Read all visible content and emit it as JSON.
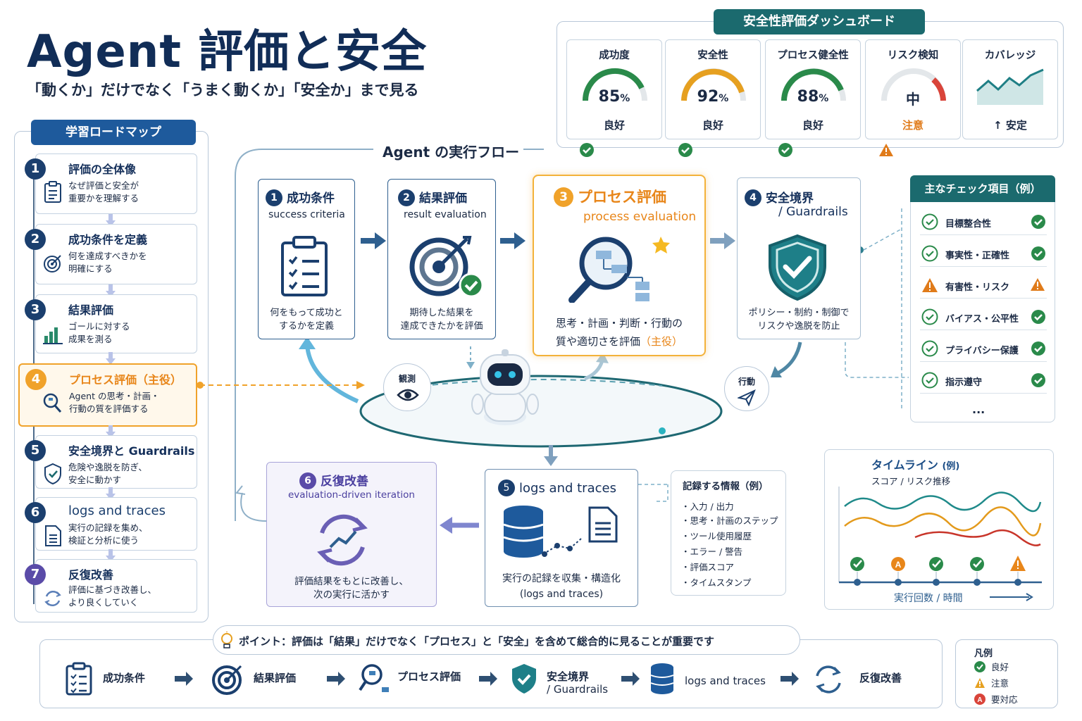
{
  "header": {
    "title": "Agent 評価と安全",
    "subtitle": "「動くか」だけでなく「うまく動くか」「安全か」まで見る"
  },
  "roadmap": {
    "title": "学習ロードマップ",
    "steps": [
      {
        "num": "1",
        "title": "評価の全体像",
        "desc1": "なぜ評価と安全が",
        "desc2": "重要かを理解する",
        "icon": "clipboard-icon"
      },
      {
        "num": "2",
        "title": "成功条件を定義",
        "desc1": "何を達成すべきかを",
        "desc2": "明確にする",
        "icon": "target-icon"
      },
      {
        "num": "3",
        "title": "結果評価",
        "desc1": "ゴールに対する",
        "desc2": "成果を測る",
        "icon": "bar-chart-icon"
      },
      {
        "num": "4",
        "title": "プロセス評価（主役）",
        "desc1": "Agent の思考・計画・",
        "desc2": "行動の質を評価する",
        "icon": "magnifier-icon"
      },
      {
        "num": "5",
        "title": "安全境界と Guardrails",
        "desc1": "危険や逸脱を防ぎ、",
        "desc2": "安全に動かす",
        "icon": "shield-icon"
      },
      {
        "num": "6",
        "title": "logs and traces",
        "desc1": "実行の記録を集め、",
        "desc2": "検証と分析に使う",
        "icon": "document-icon"
      },
      {
        "num": "7",
        "title": "反復改善",
        "desc1": "評価に基づき改善し、",
        "desc2": "より良くしていく",
        "icon": "cycle-icon"
      }
    ]
  },
  "dashboard": {
    "title": "安全性評価ダッシュボード",
    "cards": [
      {
        "title": "成功度",
        "value": "85",
        "unit": "%",
        "status": "良好",
        "status_type": "ok",
        "color": "#2a8a4a"
      },
      {
        "title": "安全性",
        "value": "92",
        "unit": "%",
        "status": "良好",
        "status_type": "ok",
        "color": "#e6a020"
      },
      {
        "title": "プロセス健全性",
        "value": "88",
        "unit": "%",
        "status": "良好",
        "status_type": "ok",
        "color": "#2a8a4a"
      },
      {
        "title": "リスク検知",
        "value": "中",
        "unit": "",
        "status": "注意",
        "status_type": "warn",
        "color": "#d9443a"
      },
      {
        "title": "カバレッジ",
        "value": "",
        "unit": "",
        "status": "↑ 安定",
        "status_type": "trend",
        "color": "#1f7f85"
      }
    ]
  },
  "flow": {
    "title": "Agent の実行フロー",
    "boxes": [
      {
        "num": "1",
        "title": "成功条件",
        "sub": "success criteria",
        "desc1": "何をもって成功と",
        "desc2": "するかを定義"
      },
      {
        "num": "2",
        "title": "結果評価",
        "sub": "result evaluation",
        "desc1": "期待した結果を",
        "desc2": "達成できたかを評価"
      },
      {
        "num": "3",
        "title": "プロセス評価",
        "sub": "process evaluation",
        "desc1": "思考・計画・判断・行動の",
        "desc2": "質や適切さを評価",
        "desc2_accent": "（主役）"
      },
      {
        "num": "4",
        "title": "安全境界",
        "title2": "/ Guardrails",
        "desc1": "ポリシー・制約・制御で",
        "desc2": "リスクや逸脱を防止"
      },
      {
        "num": "5",
        "title": "logs and traces",
        "desc1": "実行の記録を収集・構造化",
        "desc2": "(logs and traces)"
      },
      {
        "num": "6",
        "title": "反復改善",
        "sub": "evaluation-driven iteration",
        "desc1": "評価結果をもとに改善し、",
        "desc2": "次の実行に活かす"
      }
    ],
    "observe_label": "観測",
    "action_label": "行動"
  },
  "checklist": {
    "title": "主なチェック項目（例）",
    "items": [
      {
        "label": "目標整合性",
        "status": "ok"
      },
      {
        "label": "事実性・正確性",
        "status": "ok"
      },
      {
        "label": "有害性・リスク",
        "status": "warn"
      },
      {
        "label": "バイアス・公平性",
        "status": "ok"
      },
      {
        "label": "プライバシー保護",
        "status": "ok"
      },
      {
        "label": "指示遵守",
        "status": "ok"
      }
    ],
    "more": "..."
  },
  "record_info": {
    "title": "記録する情報（例）",
    "items": [
      "・入力 / 出力",
      "・思考・計画のステップ",
      "・ツール使用履歴",
      "・エラー / 警告",
      "・評価スコア",
      "・タイムスタンプ"
    ]
  },
  "timeline": {
    "title": "タイムライン",
    "title_suffix": "(例)",
    "subtitle": "スコア / リスク推移",
    "xlabel": "実行回数 / 時間",
    "markers": [
      "ok",
      "alert",
      "ok",
      "ok",
      "warn"
    ]
  },
  "point": {
    "text": "ポイント：評価は「結果」だけでなく「プロセス」と「安全」を含めて総合的に見ることが重要です",
    "steps": [
      {
        "label": "成功条件",
        "icon": "clipboard-icon"
      },
      {
        "label": "結果評価",
        "icon": "target-icon"
      },
      {
        "label": "プロセス評価",
        "icon": "magnifier-icon"
      },
      {
        "label": "安全境界",
        "label2": "/ Guardrails",
        "icon": "shield-icon"
      },
      {
        "label": "logs and traces",
        "icon": "database-icon"
      },
      {
        "label": "反復改善",
        "icon": "cycle-icon"
      }
    ]
  },
  "legend": {
    "title": "凡例",
    "items": [
      {
        "label": "良好",
        "type": "ok"
      },
      {
        "label": "注意",
        "type": "warn"
      },
      {
        "label": "要対応",
        "type": "alert"
      }
    ]
  },
  "colors": {
    "navy": "#15305b",
    "teal": "#1b6a6e",
    "orange": "#f0a22a",
    "green": "#2a8a4a",
    "red": "#d9443a",
    "purple": "#6a5fb5"
  }
}
